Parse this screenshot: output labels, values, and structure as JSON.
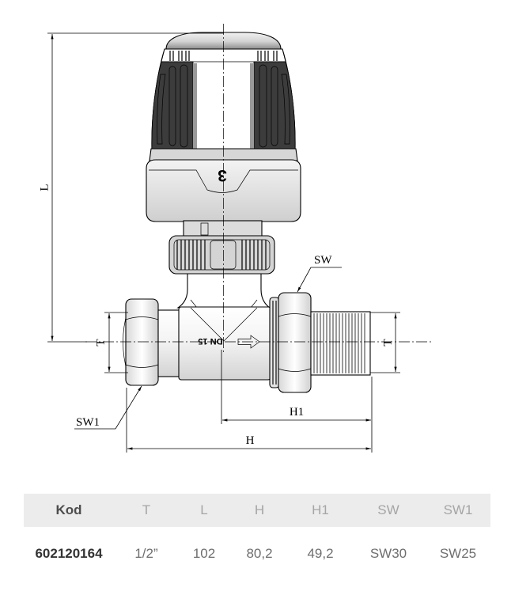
{
  "drawing": {
    "head_scale_number": "3",
    "body_marking": "DN 15",
    "dimension_labels": {
      "L": "L",
      "T_left": "T",
      "T_right": "T",
      "SW": "SW",
      "SW1": "SW1",
      "H1": "H1",
      "H": "H"
    }
  },
  "table": {
    "headers": [
      "Kod",
      "T",
      "L",
      "H",
      "H1",
      "SW",
      "SW1"
    ],
    "rows": [
      [
        "602120164",
        "1/2”",
        "102",
        "80,2",
        "49,2",
        "SW30",
        "SW25"
      ]
    ]
  },
  "colors": {
    "line": "#000000",
    "table_header_bg": "#ececec",
    "table_header_text": "#a5a5a5",
    "table_key_text": "#4d4d4d",
    "table_row_text": "#6e6e6e"
  }
}
